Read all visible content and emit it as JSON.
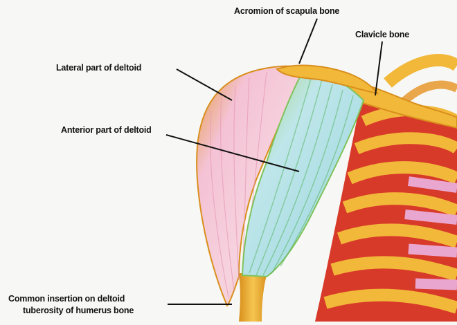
{
  "labels": {
    "acromion": "Acromion of scapula bone",
    "clavicle": "Clavicle bone",
    "lateral_deltoid": "Lateral part of deltoid",
    "anterior_deltoid": "Anterior part of deltoid",
    "insertion_line1": "Common insertion on deltoid",
    "insertion_line2": "tuberosity of humerus bone"
  },
  "colors": {
    "background": "#f7f7f5",
    "bone": "#f2b83a",
    "bone_shade": "#d98f1c",
    "lateral_muscle": "#f3b9cf",
    "anterior_muscle": "#b6e3e8",
    "muscle_green": "#a8d96a",
    "rib_red": "#d83a2a",
    "cartilage": "#e9a6cf",
    "leader_line": "#111111"
  }
}
